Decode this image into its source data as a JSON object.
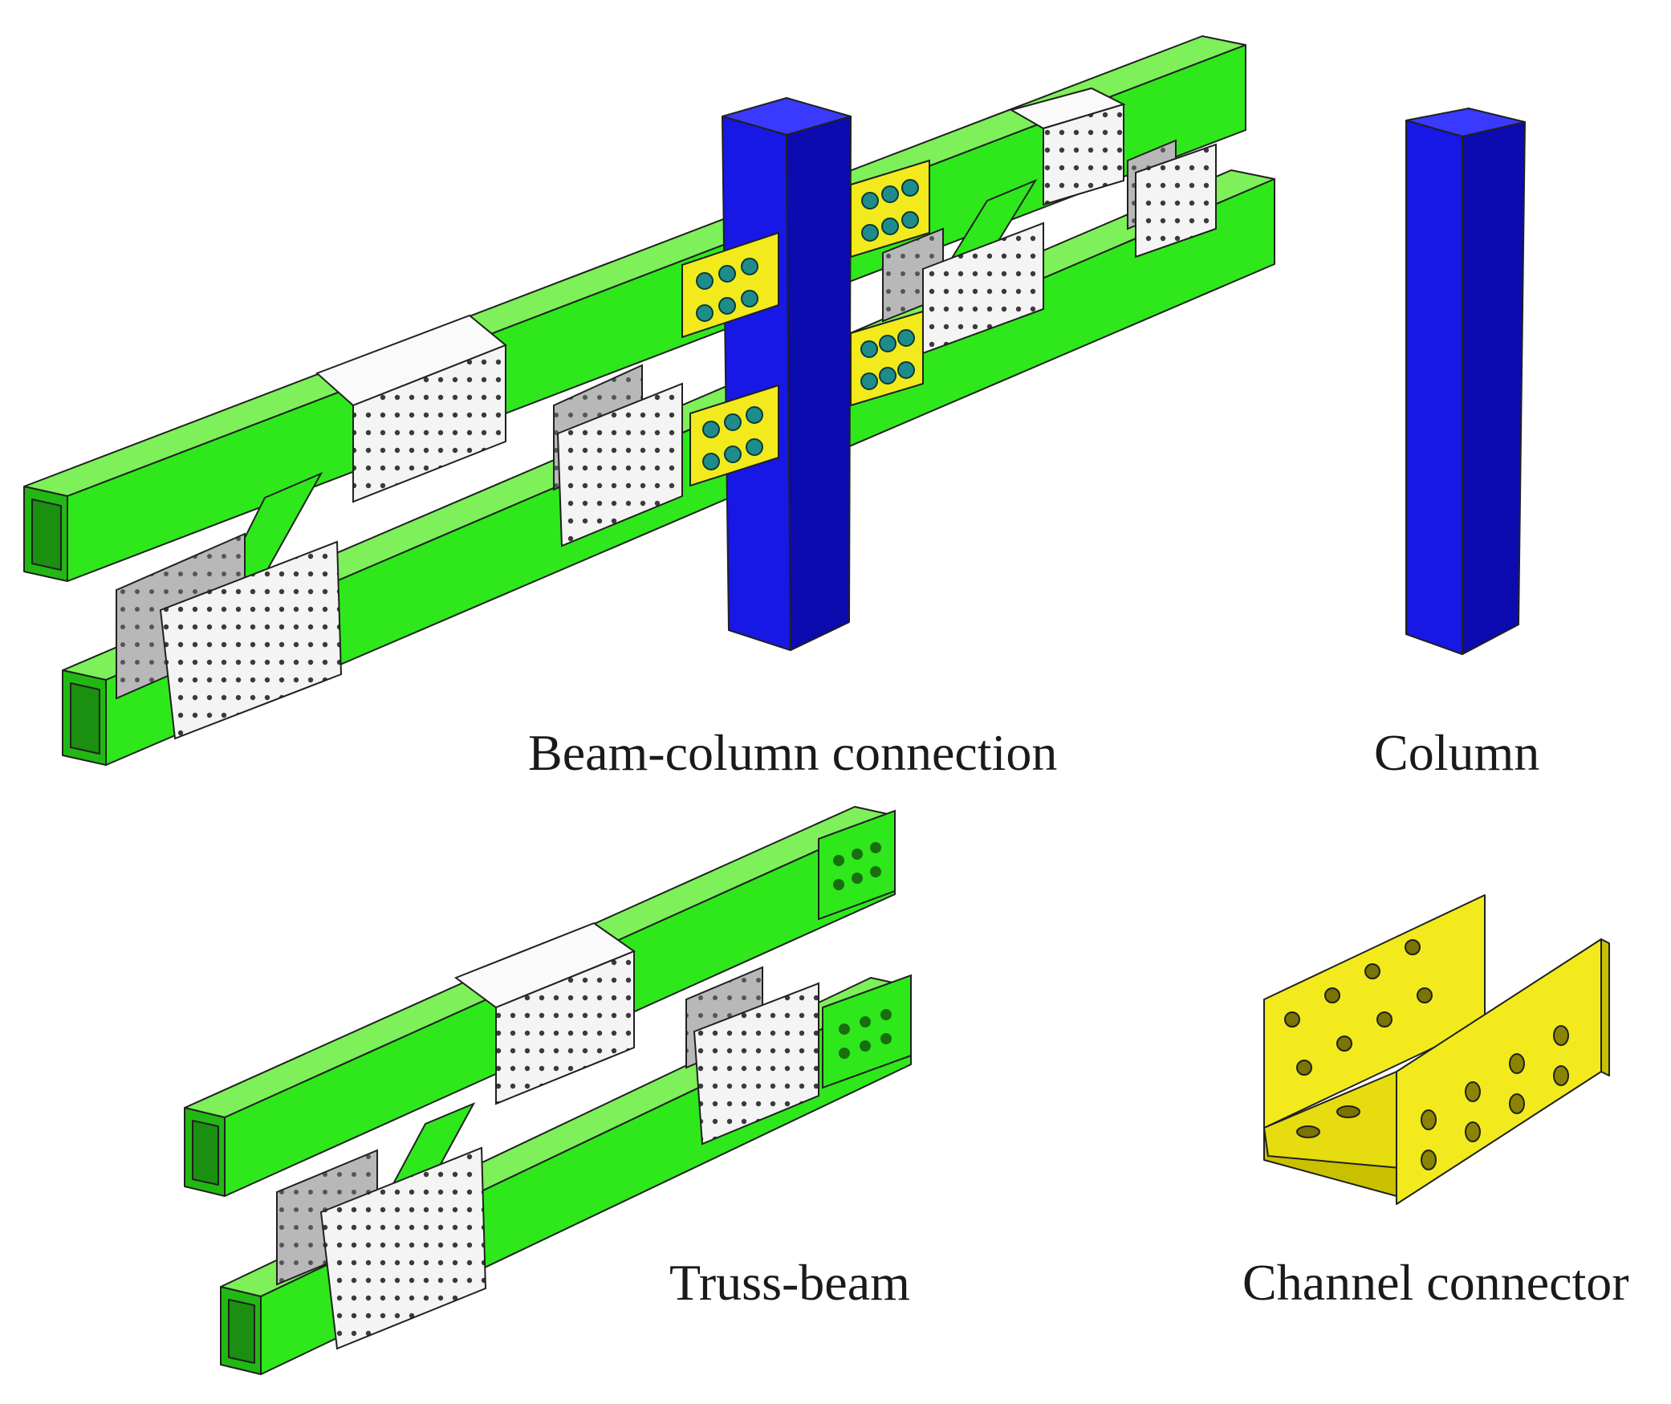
{
  "captions": {
    "beam_column": "Beam-column connection",
    "column": "Column",
    "truss_beam": "Truss-beam",
    "channel": "Channel connector"
  },
  "colors": {
    "beam_top": "#7df05a",
    "beam_front": "#2ee81c",
    "beam_side": "#22b814",
    "beam_inner": "#1a8f10",
    "column_front": "#1717e6",
    "column_side": "#0b0bb0",
    "column_top": "#3a3aff",
    "plate_white": "#f4f4f4",
    "plate_gray": "#b8b8b8",
    "connector_yellow": "#f2ea1c",
    "connector_yellow_dark": "#c9c000",
    "bolt_teal": "#1f8c8c",
    "outline": "#202020"
  },
  "icons": {
    "assembly": "beam-column-assembly-icon",
    "column": "column-icon",
    "truss": "truss-beam-icon",
    "channel": "channel-connector-icon"
  }
}
